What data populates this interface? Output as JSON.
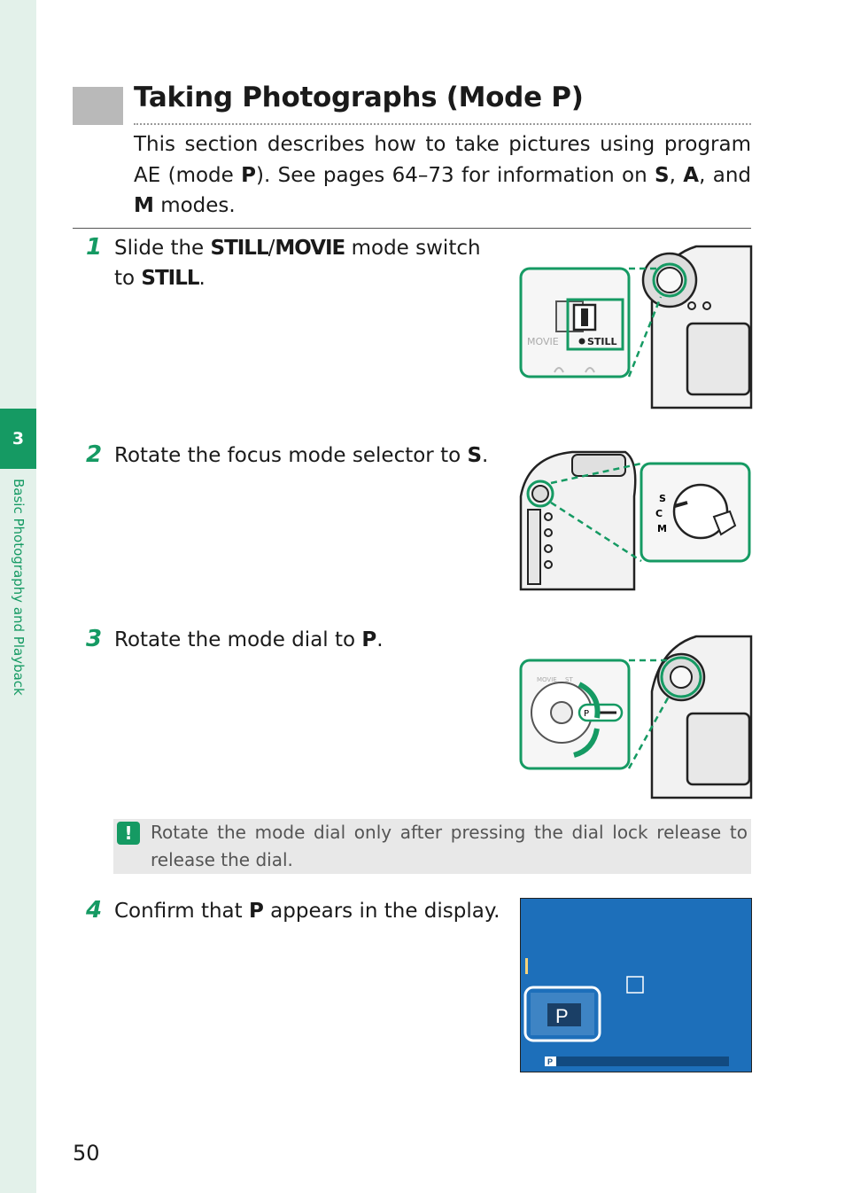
{
  "sidebar": {
    "chapter_number": "3",
    "chapter_title": "Basic Photography and Playback"
  },
  "header": {
    "title": "Taking Photographs (Mode P)"
  },
  "intro": {
    "t1": "This section describes how to take pictures using program AE (mode ",
    "b1": "P",
    "t2": "). See pages 64–73 for information on ",
    "b2": "S",
    "t3": ", ",
    "b3": "A",
    "t4": ", and ",
    "b4": "M",
    "t5": " modes."
  },
  "steps": [
    {
      "number": "1",
      "t1": "Slide the ",
      "b1": "STILL",
      "t2": "/",
      "b2": "MOVIE",
      "t3": " mode switch to ",
      "b3": "STILL",
      "t4": "."
    },
    {
      "number": "2",
      "t1": "Rotate the focus mode selector to ",
      "b1": "S",
      "t2": "."
    },
    {
      "number": "3",
      "t1": "Rotate the mode dial to ",
      "b1": "P",
      "t2": "."
    },
    {
      "number": "4",
      "t1": "Confirm that ",
      "b1": "P",
      "t2": " appears in the display."
    }
  ],
  "note": {
    "icon": "caution-icon",
    "text": "Rotate the mode dial only after pressing the dial lock release to release the dial."
  },
  "illustrations": {
    "switch_movie": "MOVIE",
    "switch_still": "STILL",
    "focus_s": "S",
    "focus_c": "C",
    "focus_m": "M",
    "dial_movie": "MOVIE",
    "dial_st": "ST",
    "dial_p": "P",
    "lcd_p": "P",
    "lcd_p_small": "P"
  },
  "colors": {
    "accent": "#159a63",
    "lcd_blue": "#1d6fba",
    "sidebar_bg": "#e3f1ea"
  },
  "footer": {
    "page_number": "50"
  }
}
